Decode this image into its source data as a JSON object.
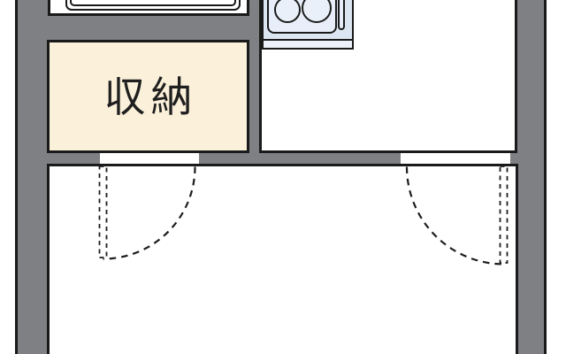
{
  "floorplan": {
    "type": "apartment-floor-plan",
    "rooms": [
      {
        "name": "storage-closet",
        "label": "収納",
        "fill": "#fbf0da"
      },
      {
        "name": "kitchen",
        "label": "",
        "fill": "#ffffff"
      },
      {
        "name": "main-room",
        "label": "",
        "fill": "#ffffff"
      }
    ],
    "fixtures": [
      {
        "name": "bathtub",
        "icon": "bathtub-icon",
        "location": "top-left",
        "cropped": true
      },
      {
        "name": "stove",
        "icon": "stove-burners-icon",
        "burners": 2,
        "fill": "#dce5f2",
        "panel_fill": "#e8eef9",
        "location": "kitchen-top-left",
        "cropped": true
      }
    ],
    "doors": [
      {
        "name": "door-left",
        "type": "hinged",
        "style": "dashed-swing",
        "swing": "into-main-room",
        "hinge": "left"
      },
      {
        "name": "door-right",
        "type": "hinged",
        "style": "dashed-swing",
        "swing": "into-main-room",
        "hinge": "right"
      }
    ],
    "colors": {
      "wall": "#7e8083",
      "outline": "#1a1a1a",
      "background": "#ffffff",
      "storage_fill": "#fbf0da",
      "label_text": "#1f1f1f"
    }
  }
}
